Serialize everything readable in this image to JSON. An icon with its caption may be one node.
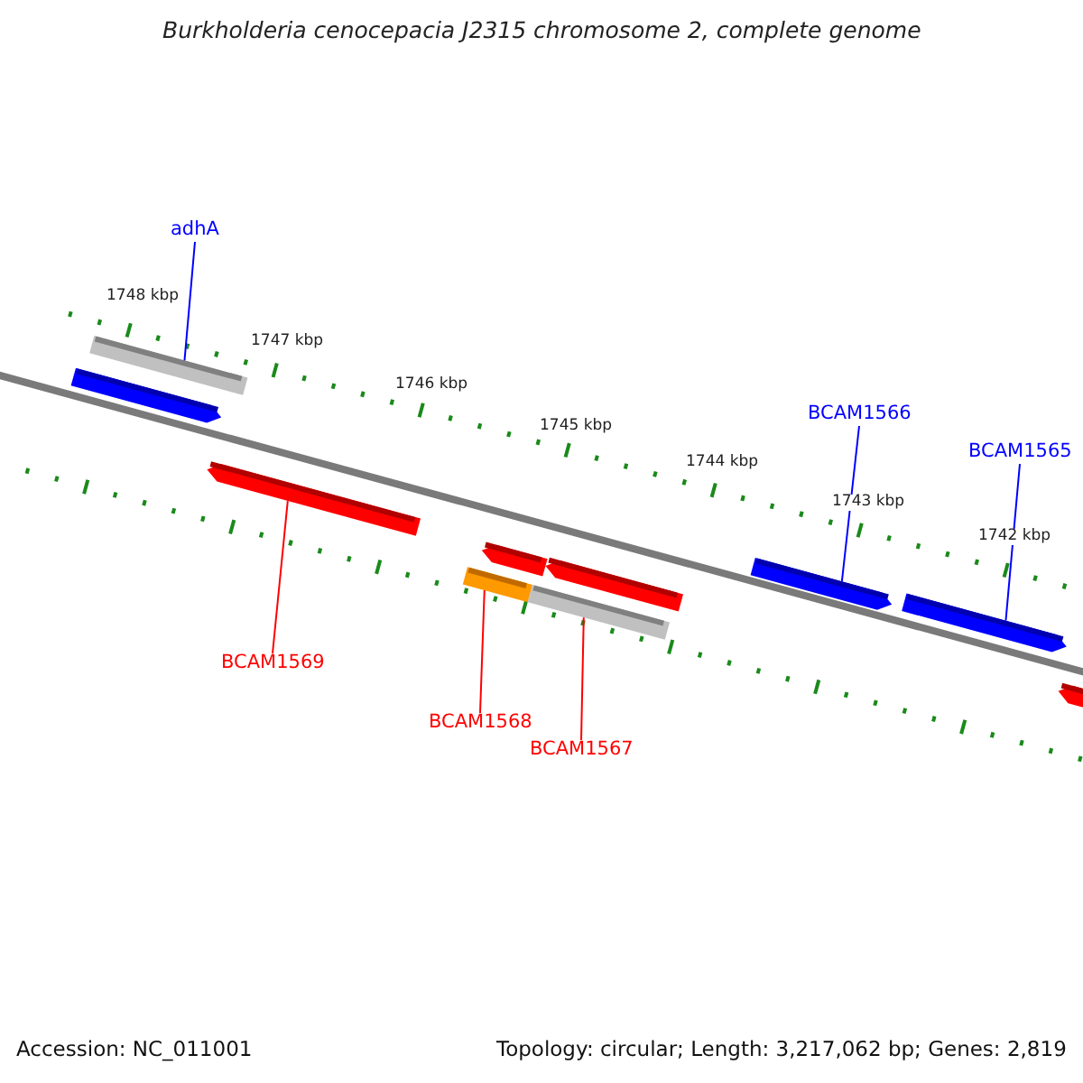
{
  "diagram": {
    "title": "Burkholderia cenocepacia J2315 chromosome 2, complete genome",
    "nodes": [
      {
        "text": [
          "adhA"
        ]
      },
      {
        "text": [],
        "shape": "bar"
      },
      {
        "text": [
          "BCAM1566"
        ]
      },
      {
        "text": [],
        "shape": "arrow"
      },
      {
        "text": [
          "BCAM1565"
        ]
      },
      {
        "text": [],
        "shape": "arrow"
      },
      {
        "text": [],
        "shape": "arrow"
      },
      {
        "text": [
          "BCAM1569"
        ]
      },
      {
        "text": [],
        "shape": "bar"
      },
      {
        "text": [
          "BCAM1568"
        ]
      },
      {
        "text": [],
        "shape": "bar"
      },
      {
        "text": [
          "BCAM1567"
        ]
      },
      {
        "text": [],
        "shape": "arrow"
      },
      {
        "text": [],
        "shape": "arrow"
      },
      {
        "text": [],
        "shape": "arrow"
      },
      {
        "text": [],
        "shape": "arrow"
      }
    ],
    "edges": [
      {
        "from": 0,
        "to": 1,
        "arrow": "none"
      },
      {
        "from": 2,
        "to": 3,
        "arrow": "none"
      },
      {
        "from": 4,
        "to": 5,
        "arrow": "none"
      },
      {
        "from": 7,
        "to": 6,
        "arrow": "none",
        "color": "#ff0000"
      },
      {
        "from": 9,
        "to": 8,
        "arrow": "none",
        "color": "#ff0000"
      },
      {
        "from": 11,
        "to": 10,
        "arrow": "none",
        "color": "#ff0000"
      }
    ],
    "labels": [
      "1748 kbp",
      "1747 kbp",
      "1746 kbp",
      "1745 kbp",
      "1744 kbp",
      "1743 kbp",
      "1742 kbp",
      "Accession: NC_011001",
      "Topology: circular; Length: 3,217,062 bp; Genes: 2,819"
    ]
  }
}
